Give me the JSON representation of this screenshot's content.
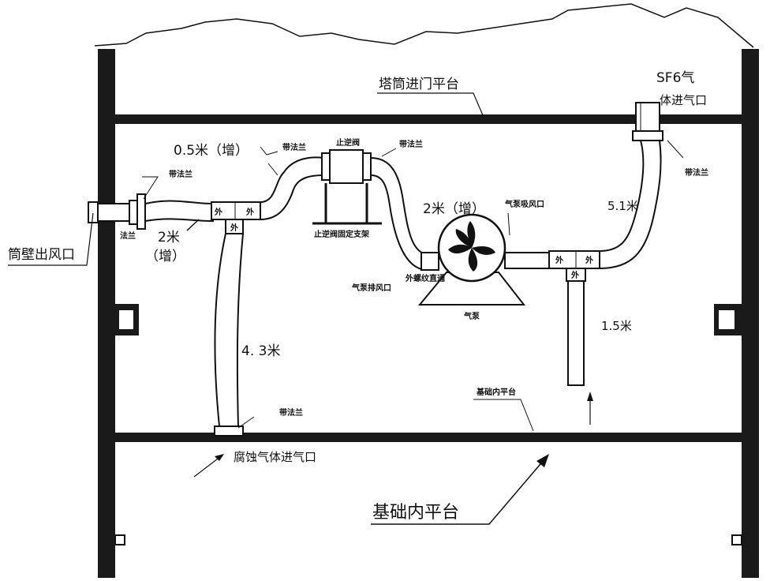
{
  "labels": {
    "tower_door_platform": "塔筒进门平台",
    "sf6_inlet_line1": "SF6气",
    "sf6_inlet_line2": "体进气口",
    "pipe_0_5m": "0.5米（增）",
    "check_valve": "止逆阀",
    "flange_with_1": "带法兰",
    "flange_with_2": "带法兰",
    "flange_with_3": "带法兰",
    "flange_with_4": "带法兰",
    "flange_with_5": "带法兰",
    "flange": "法兰",
    "wall_outlet": "筒壁出风口",
    "pipe_2m_left_line1": "2米",
    "pipe_2m_left_line2": "（增）",
    "check_valve_bracket": "止逆阀固定支架",
    "pipe_2m_right": "2米（增）",
    "pump_intake": "气泵吸风口",
    "pump_exhaust": "气泵排风口",
    "outer_thread_straight": "外螺纹直通",
    "pump": "气泵",
    "pipe_5_1m": "5.1米",
    "pipe_1_5m": "1.5米",
    "pipe_4_3m": "4. 3米",
    "foundation_platform_small": "基础内平台",
    "corrosive_gas_inlet": "腐蚀气体进气口",
    "foundation_platform_big": "基础内平台",
    "tee_outer_1": "外",
    "tee_outer_2": "外",
    "tee_outer_3": "外",
    "tee_outer_4": "外",
    "tee_outer_5": "外",
    "tee_outer_6": "外"
  }
}
